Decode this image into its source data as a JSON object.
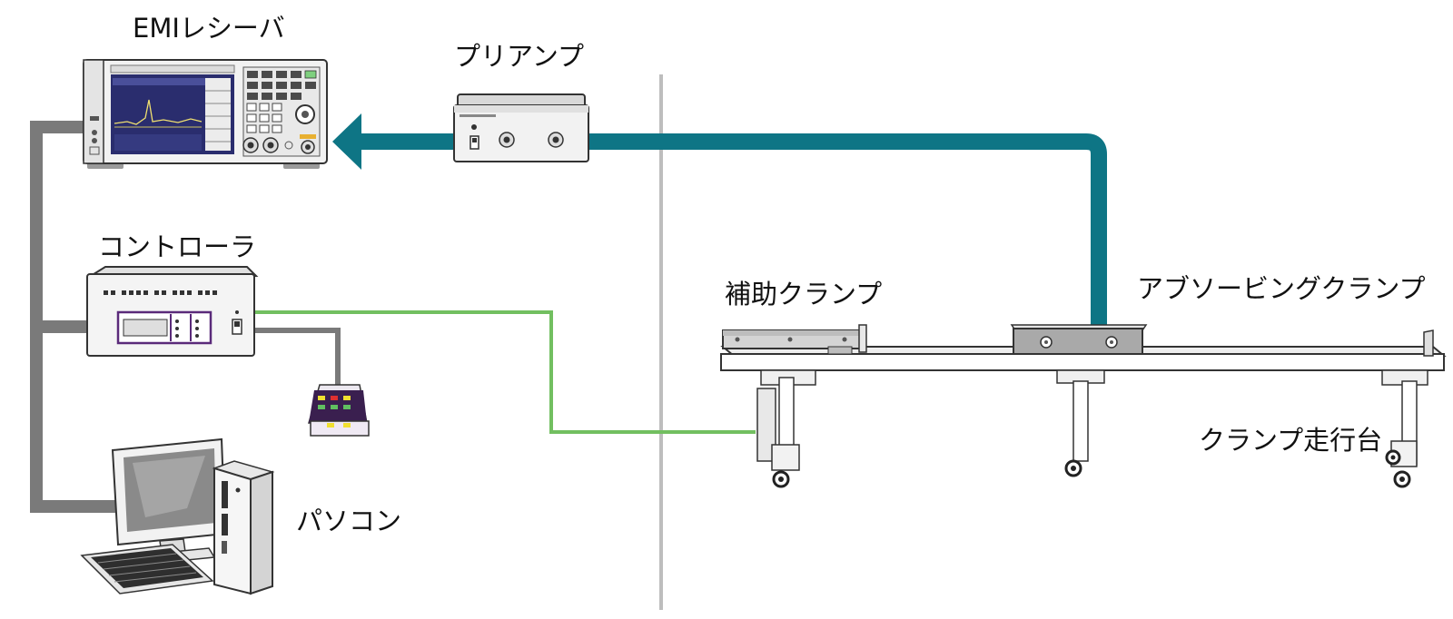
{
  "labels": {
    "emi_receiver": "EMIレシーバ",
    "preamp": "プリアンプ",
    "controller": "コントローラ",
    "pc": "パソコン",
    "aux_clamp": "補助クランプ",
    "absorbing_clamp": "アブソービングクランプ",
    "clamp_track": "クランプ走行台"
  },
  "colors": {
    "signal_cable": "#0e7585",
    "control_cable": "#72bf60",
    "system_bus": "#7a7a7a",
    "divider": "#bdbdbd"
  },
  "icons": [
    "emi-receiver-icon",
    "preamp-icon",
    "controller-icon",
    "remote-keypad-icon",
    "pc-icon",
    "aux-clamp-icon",
    "absorbing-clamp-icon",
    "clamp-track-icon"
  ]
}
